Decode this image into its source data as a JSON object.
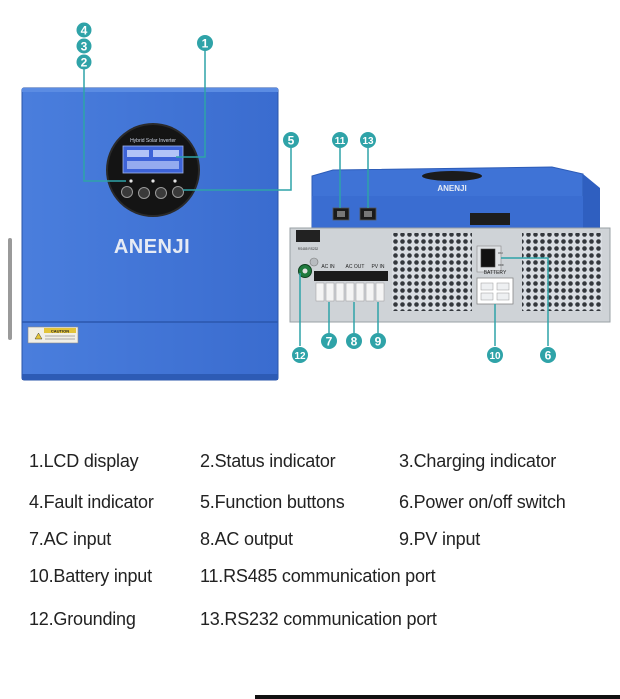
{
  "front_unit": {
    "brand": "ANENJI",
    "lcd_header": "Hybrid Solar Inverter",
    "caution_label": "CAUTION",
    "colors": {
      "panel": "#3f73d6",
      "panel_dark": "#2f5cb8",
      "lcd": "#3d63d8"
    }
  },
  "side_unit": {
    "top_brand": "ANENJI",
    "port_label": "RS485 RS232",
    "ac_in_label": "AC IN",
    "ac_out_label": "AC OUT",
    "pv_in_label": "PV IN",
    "battery_label": "BATTERY",
    "on_label": "ON",
    "off_label": "OFF"
  },
  "callouts": [
    {
      "number": "1"
    },
    {
      "number": "2"
    },
    {
      "number": "3"
    },
    {
      "number": "4"
    },
    {
      "number": "5"
    },
    {
      "number": "6"
    },
    {
      "number": "7"
    },
    {
      "number": "8"
    },
    {
      "number": "9"
    },
    {
      "number": "10"
    },
    {
      "number": "11"
    },
    {
      "number": "12"
    },
    {
      "number": "13"
    }
  ],
  "callout_color": "#2fa3a8",
  "legend": [
    "1.LCD display",
    "2.Status indicator",
    "3.Charging indicator",
    "4.Fault indicator",
    "5.Function buttons",
    "6.Power on/off switch",
    "7.AC input",
    "8.AC output",
    "9.PV input",
    "10.Battery input",
    "11.RS485 communication port",
    "12.Grounding",
    "13.RS232 communication port"
  ]
}
